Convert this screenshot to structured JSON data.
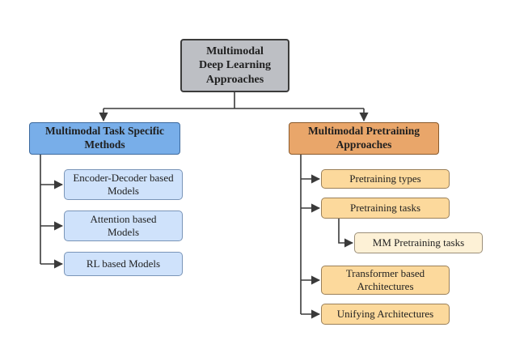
{
  "diagram": {
    "root": {
      "label": "Multimodal\nDeep Learning\nApproaches"
    },
    "left_branch": {
      "label": "Multimodal Task Specific\nMethods",
      "children": [
        "Encoder-Decoder based\nModels",
        "Attention based\nModels",
        "RL based Models"
      ]
    },
    "right_branch": {
      "label": "Multimodal Pretraining\nApproaches",
      "children": [
        "Pretraining types",
        "Pretraining tasks",
        "MM Pretraining tasks",
        "Transformer based\nArchitectures",
        "Unifying Architectures"
      ]
    },
    "colors": {
      "root": "#bdbfc4",
      "left_branch": "#78aee9",
      "left_leaves": "#cfe2fb",
      "right_branch": "#e9a66a",
      "right_leaves": "#fcd99c",
      "sub_leaf": "#fdf1d6",
      "connector": "#3a3a3a"
    }
  }
}
